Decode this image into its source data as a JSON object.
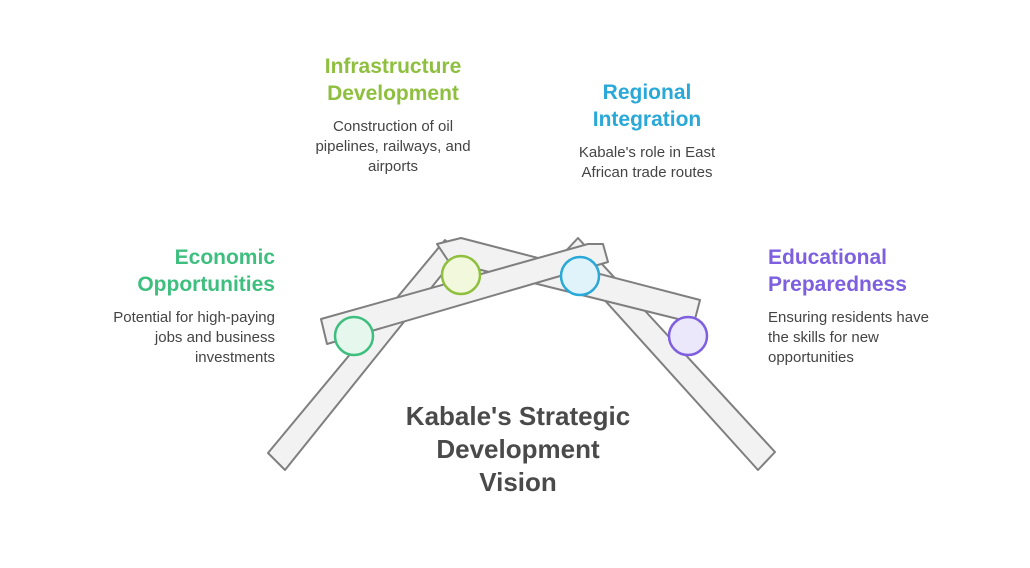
{
  "title": "Kabale's Strategic\nDevelopment\nVision",
  "colors": {
    "bar_fill": "#f2f2f2",
    "bar_stroke": "#7f7f7f",
    "title": "#4a4a4a",
    "description": "#444444"
  },
  "items": [
    {
      "heading": "Economic\nOpportunities",
      "description": "Potential for high-paying\njobs and business\ninvestments",
      "color": "#3fbf7f",
      "dot_fill": "#e6f8ee"
    },
    {
      "heading": "Infrastructure\nDevelopment",
      "description": "Construction of oil\npipelines, railways, and\nairports",
      "color": "#8fbf3f",
      "dot_fill": "#f1f8dc"
    },
    {
      "heading": "Regional\nIntegration",
      "description": "Kabale's role in East\nAfrican trade routes",
      "color": "#2aa8d8",
      "dot_fill": "#e0f3fa"
    },
    {
      "heading": "Educational\nPreparedness",
      "description": "Ensuring residents have\nthe skills for new\nopportunities",
      "color": "#7d5fe0",
      "dot_fill": "#ece8fb"
    }
  ]
}
